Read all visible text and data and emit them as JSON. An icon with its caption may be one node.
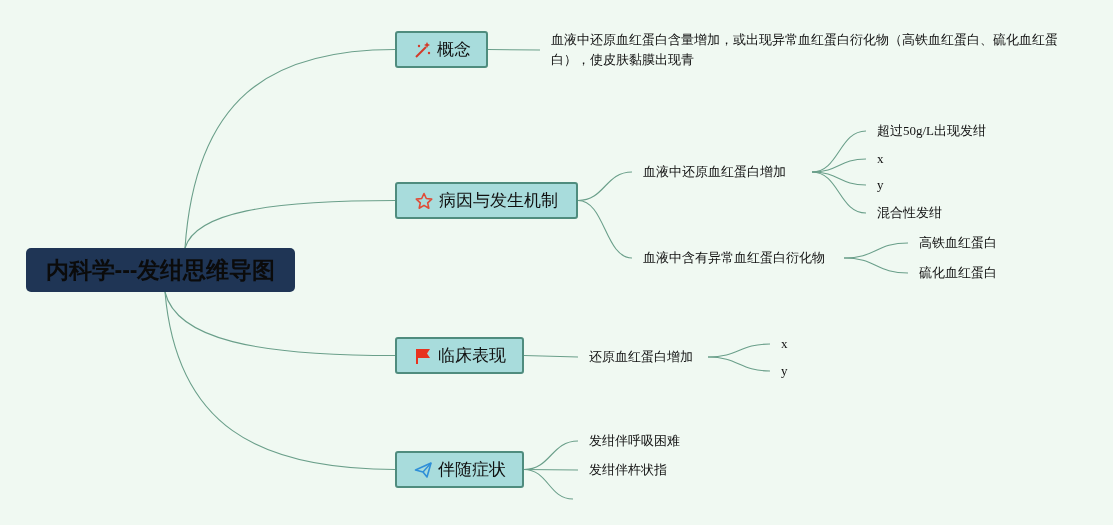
{
  "diagram": {
    "nodes": [
      {
        "text": [
          "内科学---发绀思维导图"
        ]
      },
      {
        "text": [
          "概念"
        ]
      },
      {
        "text": [
          "血液中还原血红蛋白含量增加，或出现异常血红蛋白衍化物（高铁血红蛋白、硫化血红蛋白），使皮肤黏膜出现青"
        ]
      },
      {
        "text": [
          "病因与发生机制"
        ]
      },
      {
        "text": [
          "血液中还原血红蛋白增加"
        ]
      },
      {
        "text": [
          "超过50g/L出现发绀"
        ]
      },
      {
        "text": [
          "x"
        ]
      },
      {
        "text": [
          "y"
        ]
      },
      {
        "text": [
          "混合性发绀"
        ]
      },
      {
        "text": [
          "血液中含有异常血红蛋白衍化物"
        ]
      },
      {
        "text": [
          "高铁血红蛋白"
        ]
      },
      {
        "text": [
          "硫化血红蛋白"
        ]
      },
      {
        "text": [
          "临床表现"
        ]
      },
      {
        "text": [
          "还原血红蛋白增加"
        ]
      },
      {
        "text": [
          "x"
        ]
      },
      {
        "text": [
          "y"
        ]
      },
      {
        "text": [
          "伴随症状"
        ]
      },
      {
        "text": [
          "发绀伴呼吸困难"
        ]
      },
      {
        "text": [
          "发绀伴杵状指"
        ]
      }
    ],
    "edges": [
      {
        "from": 0,
        "to": 1,
        "arrow": "none"
      },
      {
        "from": 1,
        "to": 2,
        "arrow": "none"
      },
      {
        "from": 0,
        "to": 3,
        "arrow": "none"
      },
      {
        "from": 3,
        "to": 4,
        "arrow": "none"
      },
      {
        "from": 4,
        "to": 5,
        "arrow": "none"
      },
      {
        "from": 4,
        "to": 6,
        "arrow": "none"
      },
      {
        "from": 4,
        "to": 7,
        "arrow": "none"
      },
      {
        "from": 4,
        "to": 8,
        "arrow": "none"
      },
      {
        "from": 3,
        "to": 9,
        "arrow": "none"
      },
      {
        "from": 9,
        "to": 10,
        "arrow": "none"
      },
      {
        "from": 9,
        "to": 11,
        "arrow": "none"
      },
      {
        "from": 0,
        "to": 12,
        "arrow": "none"
      },
      {
        "from": 12,
        "to": 13,
        "arrow": "none"
      },
      {
        "from": 13,
        "to": 14,
        "arrow": "none"
      },
      {
        "from": 13,
        "to": 15,
        "arrow": "none"
      },
      {
        "from": 0,
        "to": 16,
        "arrow": "none"
      },
      {
        "from": 16,
        "to": 17,
        "arrow": "none"
      },
      {
        "from": 16,
        "to": 18,
        "arrow": "none"
      },
      {
        "from": 16,
        "to": null,
        "arrow": "none"
      }
    ]
  }
}
